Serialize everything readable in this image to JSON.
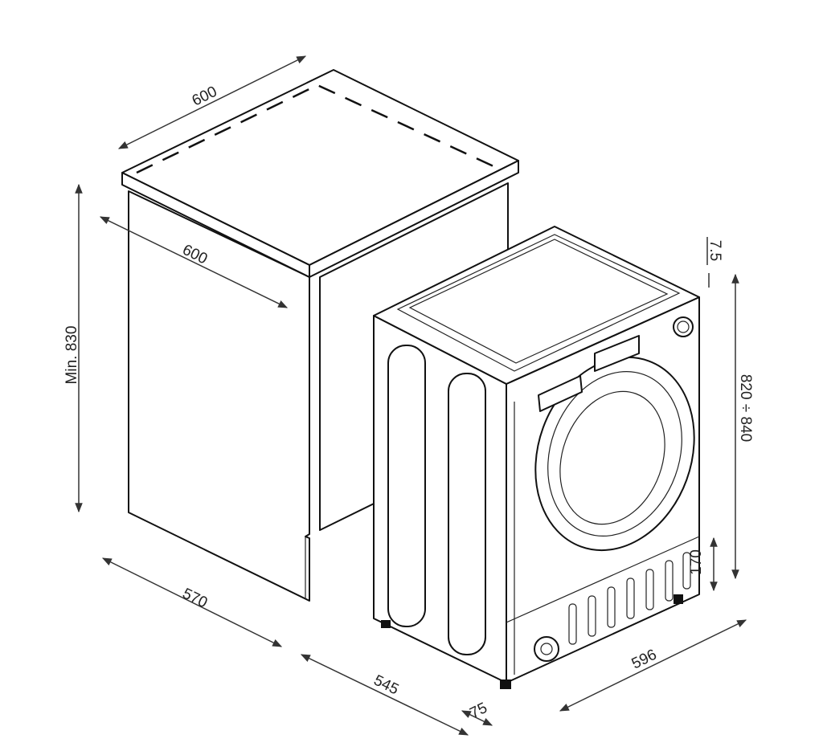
{
  "dimensions": {
    "cabinet_width": "600",
    "cabinet_depth": "600",
    "cabinet_min_height": "Min. 830",
    "cabinet_side_depth": "570",
    "machine_depth": "545",
    "door_protrusion": "75",
    "machine_width": "596",
    "machine_height": "820 ÷ 840",
    "top_clearance": "7.5",
    "plinth_height": "170"
  },
  "colors": {
    "line": "#111111",
    "background": "#ffffff"
  }
}
